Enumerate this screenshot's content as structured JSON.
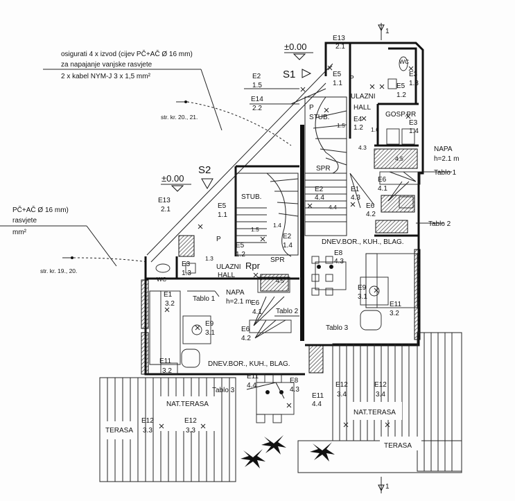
{
  "notes": {
    "top_note_1": "osigurati 4 x izvod (cijev PČ+AČ Ø 16 mm)",
    "top_note_2": "za napajanje vanjske rasvjete",
    "top_note_3": "2 x kabel NYM-J 3 x 1,5 mm²",
    "left_note_1": "PČ+AČ Ø 16 mm)",
    "left_note_2": "rasvjete",
    "left_note_3": "mm²",
    "ref_top": "str. kr. 20., 21.",
    "ref_left": "str. kr. 19., 20."
  },
  "section_marker": "1",
  "levels": {
    "right": "±0.00",
    "left": "±0.00"
  },
  "stair_markers": {
    "s1": "S1",
    "s2": "S2"
  },
  "rooms": {
    "right": {
      "ulazni": "ULAZNI",
      "hall": "HALL",
      "stub": "STUB.",
      "spr": "SPR",
      "gosp_pr": "GOSP.PR",
      "wc": "WC",
      "napa": "NAPA",
      "napa_h": "h=2.1 m",
      "dnev": "DNEV.BOR., KUH., BLAG.",
      "terasa_nat": "NAT.TERASA",
      "terasa": "TERASA"
    },
    "left": {
      "stub": "STUB.",
      "ulazni": "ULAZNI",
      "hall": "HALL",
      "spr": "SPR",
      "rpr": "Rpr",
      "wc": "WC",
      "napa": "NAPA",
      "napa_h": "h=2.1 m",
      "dnev": "DNEV.BOR., KUH., BLAG.",
      "terasa_nat": "NAT.TERASA",
      "terasa": "TERASA"
    }
  },
  "panels": {
    "tablo1_right": "Tablo 1",
    "tablo2_right": "Tablo 2",
    "tablo3_right": "Tablo 3",
    "tablo1_left": "Tablo 1",
    "tablo2_left": "Tablo 2",
    "tablo3_left": "Tablo 3"
  },
  "circuits": {
    "r_e13": "E13",
    "r_e13_n": "2.1",
    "r_e2": "E2",
    "r_e2_n": "1.5",
    "r_e14": "E14",
    "r_e14_n": "2.2",
    "r_e5": "E5",
    "r_e5_n": "1.1",
    "r_e5b": "E5",
    "r_e5b_n": "1.2",
    "r_e3": "E3",
    "r_e3_n": "1.3",
    "r_e4": "E4",
    "r_e4_n": "1.2",
    "r_e3b": "E3",
    "r_e3b_n": "1.4",
    "r_n15": "1.5",
    "r_n16": "1.6",
    "r_n43": "4.3",
    "r_n45": "4.5",
    "r_n44": "4.4",
    "r_e6": "E6",
    "r_e6_n": "4.1",
    "r_e6b": "E6",
    "r_e6b_n": "4.2",
    "r_e1": "E1",
    "r_e1_n": "4.3",
    "r_e2b": "E2",
    "r_e2b_n": "4.4",
    "r_e8": "E8",
    "r_e8_n": "4.3",
    "r_e9": "E9",
    "r_e9_n": "3.1",
    "r_e11": "E11",
    "r_e11_n": "3.2",
    "r_e12a": "E12",
    "r_e12a_n": "3.4",
    "r_e12b": "E12",
    "r_e12b_n": "3.4",
    "r_e11b": "E11",
    "r_e11b_n": "4.4",
    "l_e13": "E13",
    "l_e13_n": "2.1",
    "l_e5": "E5",
    "l_e5_n": "1.1",
    "l_e5b": "E5",
    "l_e5b_n": "1.2",
    "l_e2": "E2",
    "l_e2_n": "1.4",
    "l_n15": "1.5",
    "l_n14": "1.4",
    "l_n13": "1.3",
    "l_n45": "4.5",
    "l_e3": "E3",
    "l_e3_n": "1.3",
    "l_e1": "E1",
    "l_e1_n": "3.2",
    "l_e6": "E6",
    "l_e6_n": "4.1",
    "l_e6b": "E6",
    "l_e6b_n": "4.2",
    "l_e9": "E9",
    "l_e9_n": "3.1",
    "l_e11": "E11",
    "l_e11_n": "3.2",
    "l_e11b": "E11",
    "l_e11b_n": "4.4",
    "l_e8": "E8",
    "l_e8_n": "4.3",
    "l_e12a": "E12",
    "l_e12a_n": "3.3",
    "l_e12b": "E12",
    "l_e12b_n": "3.3",
    "switch_p": "P"
  }
}
